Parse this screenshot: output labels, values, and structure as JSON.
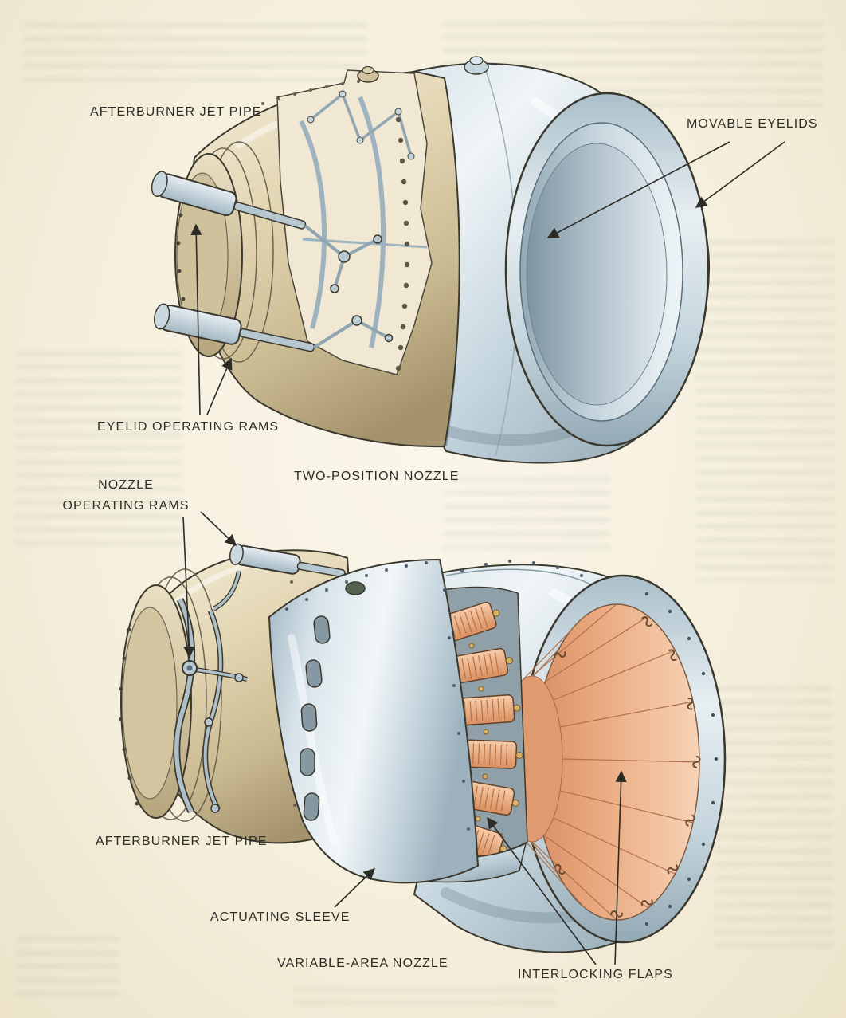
{
  "page": {
    "background": "#f6f1e2"
  },
  "figure_top": {
    "caption": "TWO-POSITION NOZZLE",
    "labels": {
      "jet_pipe": "AFTERBURNER JET PIPE",
      "movable_eyelids": "MOVABLE EYELIDS",
      "eyelid_operating_rams": "EYELID OPERATING RAMS"
    }
  },
  "figure_bottom": {
    "caption": "VARIABLE-AREA NOZZLE",
    "labels": {
      "nozzle_operating_rams_line1": "NOZZLE",
      "nozzle_operating_rams_line2": "OPERATING RAMS",
      "jet_pipe": "AFTERBURNER JET PIPE",
      "actuating_sleeve": "ACTUATING SLEEVE",
      "interlocking_flaps": "INTERLOCKING FLAPS"
    }
  },
  "palette": {
    "paper": "#f6f1e2",
    "ink": "#2e2d26",
    "jet_pipe_cream": "#dccfa9",
    "nozzle_steel": "#c3d4dd",
    "flap_salmon": "#eeb28d"
  }
}
